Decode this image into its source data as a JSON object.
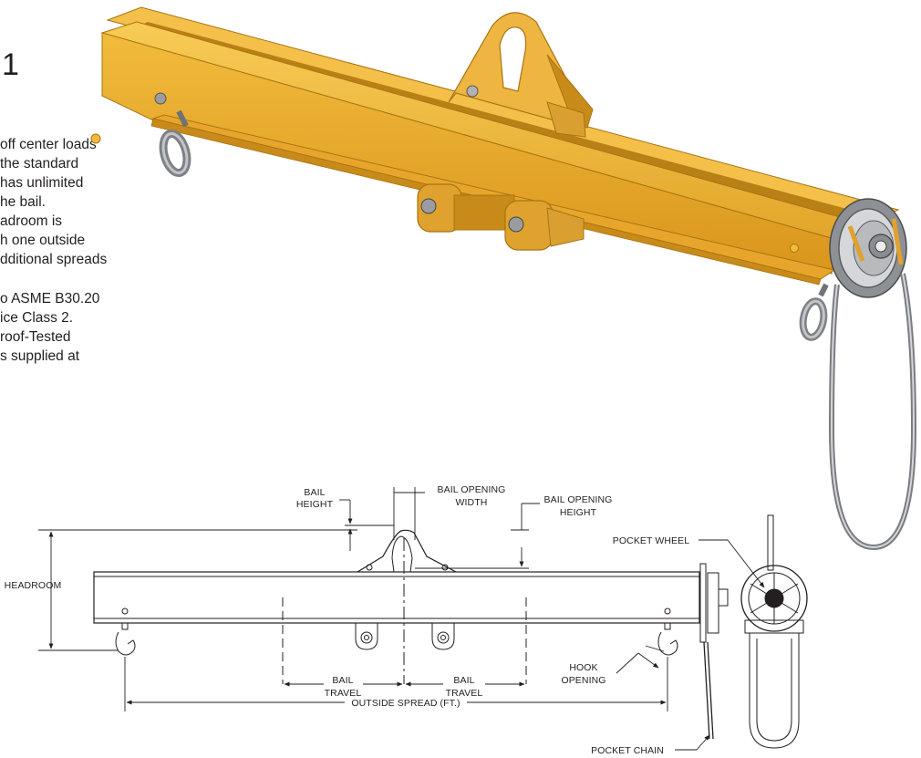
{
  "heading": "1",
  "description": {
    "paragraph1": [
      "off center loads",
      "the standard",
      "has unlimited",
      "he bail.",
      "adroom is",
      "h one outside",
      "dditional spreads"
    ],
    "paragraph2": [
      "o ASME B30.20",
      "ice Class 2.",
      "roof-Tested",
      "s supplied at"
    ]
  },
  "diagram_labels": {
    "bail_height": [
      "BAIL",
      "HEIGHT"
    ],
    "bail_opening_width": [
      "BAIL OPENING",
      "WIDTH"
    ],
    "bail_opening_height": [
      "BAIL OPENING",
      "HEIGHT"
    ],
    "headroom": "HEADROOM",
    "bail_travel_left": [
      "BAIL",
      "TRAVEL"
    ],
    "bail_travel_right": [
      "BAIL",
      "TRAVEL"
    ],
    "hook_opening": [
      "HOOK",
      "OPENING"
    ],
    "outside_spread": "OUTSIDE SPREAD (FT.)",
    "pocket_wheel": "POCKET WHEEL",
    "pocket_chain": "POCKET CHAIN"
  },
  "colors": {
    "beam_yellow": "#e9a827",
    "beam_shadow": "#b87d14",
    "beam_highlight": "#f7c64a",
    "steel": "#8c8f93",
    "line": "#231f20"
  },
  "icons": [
    "lifting-beam-render",
    "lifting-beam-side-view",
    "pocket-wheel-end-view"
  ]
}
